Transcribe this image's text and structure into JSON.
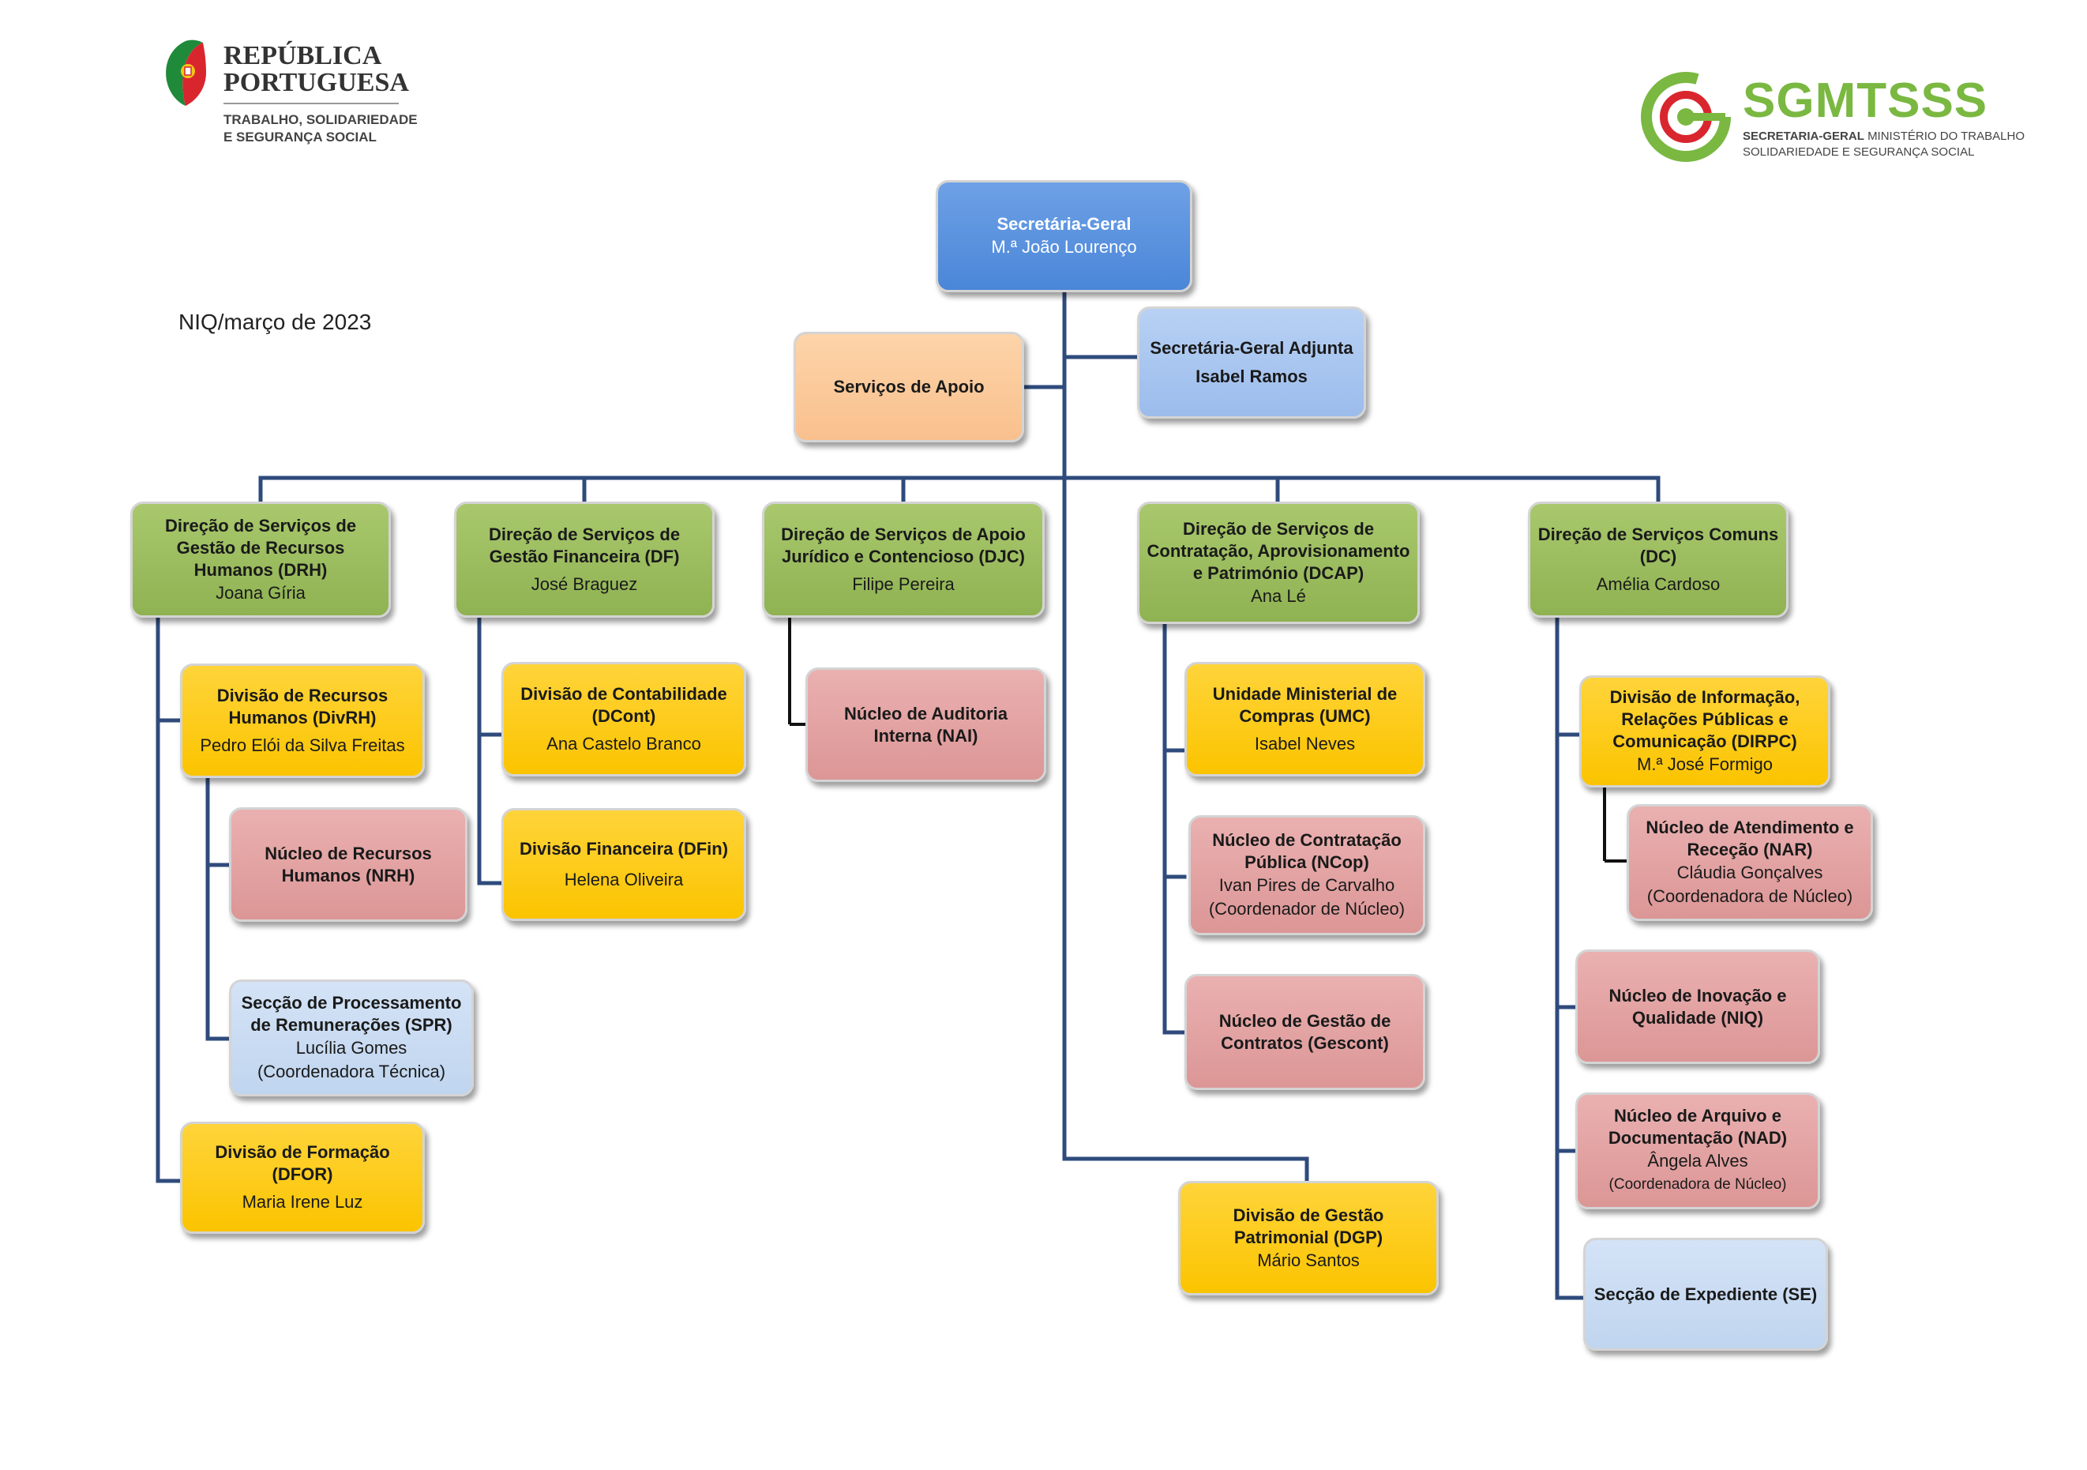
{
  "header": {
    "gov_logo": {
      "line1": "REPÚBLICA",
      "line2": "PORTUGUESA",
      "sub1": "TRABALHO, SOLIDARIEDADE",
      "sub2": "E SEGURANÇA SOCIAL"
    },
    "sg_logo": {
      "name": "SGMTSSS",
      "sub1_bold": "SECRETARIA-GERAL",
      "sub1_rest": "MINISTÉRIO DO TRABALHO",
      "sub2": "SOLIDARIEDADE E SEGURANÇA SOCIAL"
    },
    "date_label": "NIQ/março de 2023"
  },
  "colors": {
    "connector": "#2f4b7c",
    "top": "#4a86d8",
    "green": "#8fb252",
    "yellow": "#fbc400",
    "pink": "#dc9696"
  },
  "org": {
    "sg": {
      "title": "Secretária-Geral",
      "name": "M.ª João Lourenço"
    },
    "sga": {
      "title": "Secretária-Geral Adjunta",
      "name": "Isabel Ramos"
    },
    "apoio": {
      "title": "Serviços de Apoio"
    },
    "drh": {
      "title": "Direção de Serviços de\nGestão de  Recursos\nHumanos (DRH)",
      "name": "Joana Gíria"
    },
    "divrh": {
      "title": "Divisão de Recursos\nHumanos (DivRH)",
      "name": "Pedro Elói da Silva Freitas"
    },
    "nrh": {
      "title": "Núcleo de Recursos\nHumanos (NRH)"
    },
    "spr": {
      "title": "Secção de Processamento\nde Remunerações (SPR)",
      "name": "Lucília Gomes",
      "note": "(Coordenadora Técnica)"
    },
    "dfor": {
      "title": "Divisão de Formação\n(DFOR)",
      "name": "Maria Irene Luz"
    },
    "df": {
      "title": "Direção de Serviços de\nGestão Financeira (DF)",
      "name": "José Braguez"
    },
    "dcont": {
      "title": "Divisão de Contabilidade\n(DCont)",
      "name": "Ana Castelo Branco"
    },
    "dfin": {
      "title": "Divisão Financeira (DFin)",
      "name": "Helena Oliveira"
    },
    "djc": {
      "title": "Direção de Serviços de Apoio\nJurídico e Contencioso (DJC)",
      "name": "Filipe Pereira"
    },
    "nai": {
      "title": "Núcleo de Auditoria\nInterna (NAI)"
    },
    "dcap": {
      "title": "Direção de Serviços de\nContratação, Aprovisionamento\ne Património (DCAP)",
      "name": "Ana Lé"
    },
    "umc": {
      "title": "Unidade Ministerial de\nCompras (UMC)",
      "name": "Isabel Neves"
    },
    "ncop": {
      "title": "Núcleo de Contratação\nPública (NCop)",
      "name": "Ivan Pires de Carvalho",
      "note": "(Coordenador de Núcleo)"
    },
    "gescont": {
      "title": "Núcleo de Gestão de\nContratos (Gescont)"
    },
    "dgp": {
      "title": "Divisão de Gestão\nPatrimonial (DGP)",
      "name": "Mário Santos"
    },
    "dc": {
      "title": "Direção de Serviços Comuns\n(DC)",
      "name": "Amélia Cardoso"
    },
    "dirpc": {
      "title": "Divisão de Informação,\nRelações Públicas e\nComunicação (DIRPC)",
      "name": "M.ª José Formigo"
    },
    "nar": {
      "title": "Núcleo de Atendimento e\nReceção (NAR)",
      "name": "Cláudia Gonçalves",
      "note": "(Coordenadora de Núcleo)"
    },
    "niq": {
      "title": "Núcleo de Inovação e\nQualidade (NIQ)"
    },
    "nad": {
      "title": "Núcleo de Arquivo e\nDocumentação (NAD)",
      "name": "Ângela Alves",
      "note": "(Coordenadora de Núcleo)"
    },
    "se": {
      "title": "Secção de Expediente (SE)"
    }
  }
}
